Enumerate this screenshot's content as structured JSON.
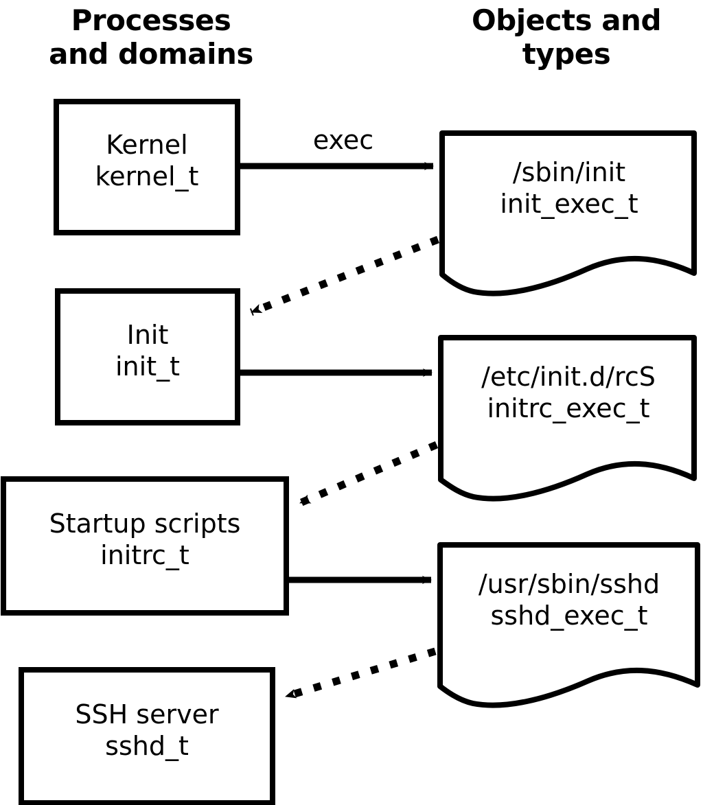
{
  "diagram": {
    "title_left": "Processes\nand domains",
    "title_right": "Objects and\ntypes",
    "columns": [
      {
        "id": "processes",
        "header": "Processes\nand domains"
      },
      {
        "id": "objects",
        "header": "Objects and\ntypes"
      }
    ],
    "process_nodes": [
      {
        "id": "kernel",
        "name": "Kernel",
        "type": "kernel_t",
        "text": "Kernel\nkernel_t"
      },
      {
        "id": "init",
        "name": "Init",
        "type": "init_t",
        "text": "Init\ninit_t"
      },
      {
        "id": "initrc",
        "name": "Startup scripts",
        "type": "initrc_t",
        "text": "Startup scripts\ninitrc_t"
      },
      {
        "id": "sshd",
        "name": "SSH server",
        "type": "sshd_t",
        "text": "SSH server\nsshd_t"
      }
    ],
    "object_nodes": [
      {
        "id": "init_exec",
        "path": "/sbin/init",
        "type": "init_exec_t",
        "text": "/sbin/init\ninit_exec_t"
      },
      {
        "id": "initrc_exec",
        "path": "/etc/init.d/rcS",
        "type": "initrc_exec_t",
        "text": "/etc/init.d/rcS\ninitrc_exec_t"
      },
      {
        "id": "sshd_exec",
        "path": "/usr/sbin/sshd",
        "type": "sshd_exec_t",
        "text": "/usr/sbin/sshd\nsshd_exec_t"
      }
    ],
    "edges": [
      {
        "id": "kernel-exec-init_exec",
        "from": "kernel",
        "to": "init_exec",
        "style": "solid",
        "label": "exec"
      },
      {
        "id": "init_exec-transition-init",
        "from": "init_exec",
        "to": "init",
        "style": "dotted",
        "label": ""
      },
      {
        "id": "init-exec-initrc_exec",
        "from": "init",
        "to": "initrc_exec",
        "style": "solid",
        "label": ""
      },
      {
        "id": "initrc_exec-transition-initrc",
        "from": "initrc_exec",
        "to": "initrc",
        "style": "dotted",
        "label": ""
      },
      {
        "id": "initrc-exec-sshd_exec",
        "from": "initrc",
        "to": "sshd_exec",
        "style": "solid",
        "label": ""
      },
      {
        "id": "sshd_exec-transition-sshd",
        "from": "sshd_exec",
        "to": "sshd",
        "style": "dotted",
        "label": ""
      }
    ],
    "edge_labels": {
      "exec": "exec"
    },
    "colors": {
      "stroke": "#000000",
      "fill": "#ffffff",
      "background": "#ffffff"
    }
  }
}
